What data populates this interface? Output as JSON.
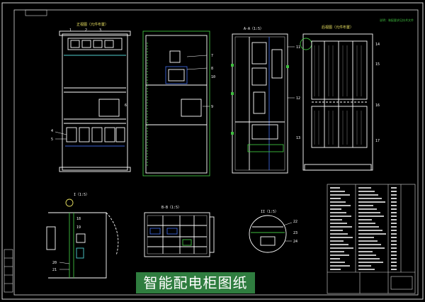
{
  "caption": "智能配电柜图纸",
  "colors": {
    "background": "#000000",
    "frame": "#d9d9d9",
    "outline": "#ffffff",
    "accent_green": "#3fbf3f",
    "annotation_yellow": "#e8e060",
    "detail_cyan": "#4fd0d0",
    "panel_blue": "#3b62d6",
    "caption_bg": "#2f7d3f"
  },
  "views": [
    {
      "name": "front-view",
      "heading": "正视图（元件布置）",
      "callouts": [
        "1",
        "2",
        "3",
        "4",
        "5",
        "6"
      ]
    },
    {
      "name": "door-view",
      "callouts": [
        "7",
        "8",
        "9",
        "10"
      ]
    },
    {
      "name": "side-section",
      "heading": "A-A（1:5）",
      "callouts": [
        "11",
        "12",
        "13"
      ]
    },
    {
      "name": "rear-view",
      "heading": "后视图（元件布置）",
      "callouts": [
        "14",
        "15",
        "16",
        "17"
      ]
    },
    {
      "name": "detail-i",
      "heading": "I（1:5）",
      "callouts": [
        "18",
        "19",
        "20",
        "21"
      ]
    },
    {
      "name": "plan-section",
      "heading": "B-B（1:5）"
    },
    {
      "name": "detail-ii",
      "heading": "II（1:5）",
      "callouts": [
        "22",
        "23",
        "24"
      ]
    }
  ],
  "note": "说明：装配要求见技术文件"
}
